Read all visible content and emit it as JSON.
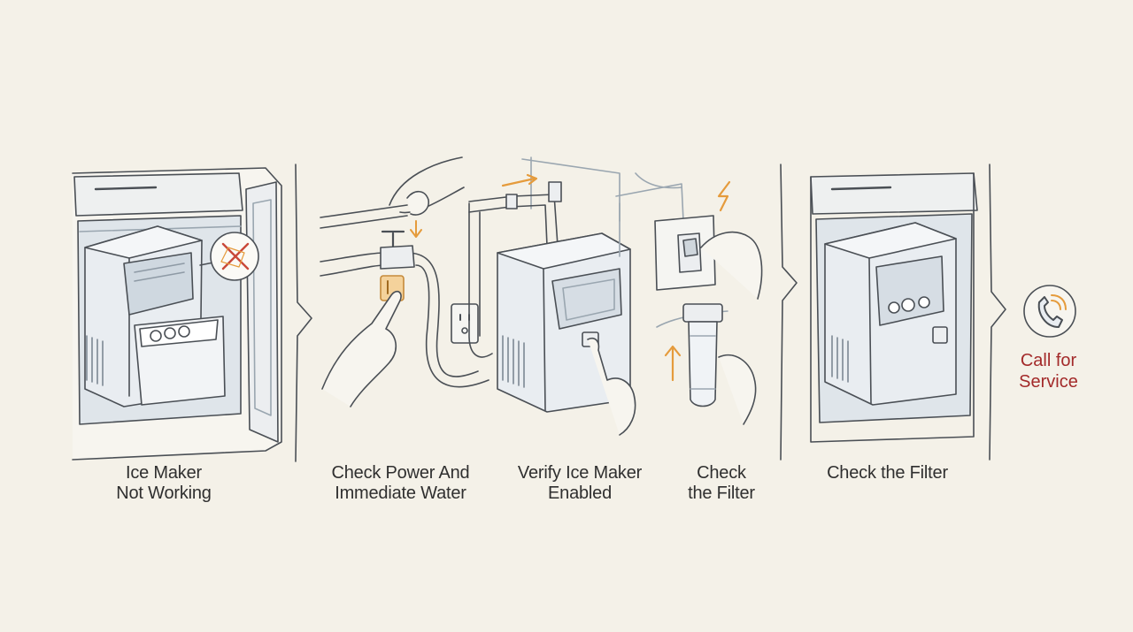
{
  "steps": [
    {
      "line1": "Ice Maker",
      "line2": "Not Working"
    },
    {
      "line1": "Check Power And",
      "line2": "Immediate Water"
    },
    {
      "line1": "Verify Ice Maker",
      "line2": "Enabled"
    },
    {
      "line1": "Check",
      "line2": "the Filter"
    },
    {
      "line1": "Check the Filter",
      "line2": ""
    }
  ],
  "service": {
    "line1": "Call for",
    "line2": "Service"
  },
  "icons": [
    "x-mark-icon",
    "water-valve-icon",
    "power-outlet-icon",
    "power-switch-icon",
    "lightning-icon",
    "water-filter-icon",
    "phone-icon"
  ],
  "colors": {
    "background": "#f4f1e8",
    "line": "#4a4f55",
    "accent_orange": "#e59b3c",
    "service_red": "#a32a2a",
    "x_red": "#c9483a"
  }
}
